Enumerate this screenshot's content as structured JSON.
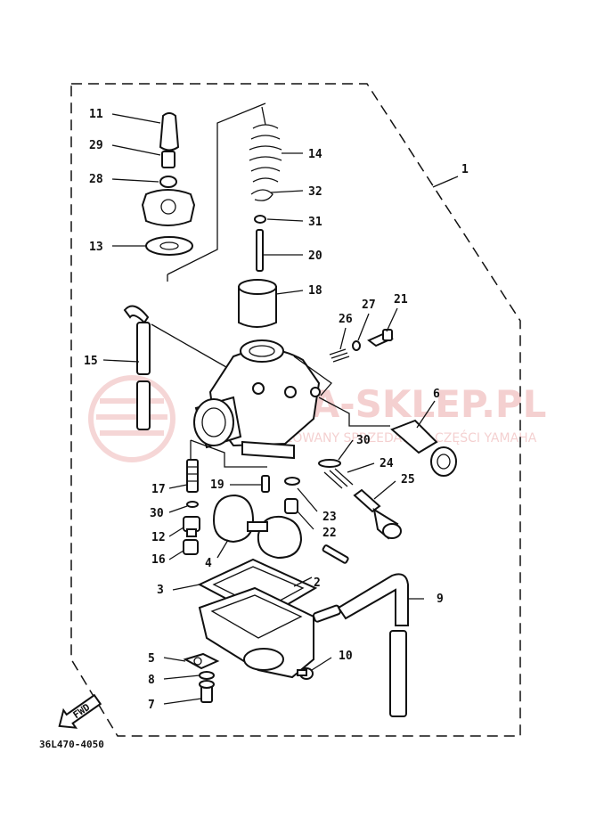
{
  "diagram": {
    "labels": [
      {
        "id": "11",
        "text": "11"
      },
      {
        "id": "29",
        "text": "29"
      },
      {
        "id": "28",
        "text": "28"
      },
      {
        "id": "13",
        "text": "13"
      },
      {
        "id": "14",
        "text": "14"
      },
      {
        "id": "32",
        "text": "32"
      },
      {
        "id": "31",
        "text": "31"
      },
      {
        "id": "20",
        "text": "20"
      },
      {
        "id": "18",
        "text": "18"
      },
      {
        "id": "1",
        "text": "1"
      },
      {
        "id": "26",
        "text": "26"
      },
      {
        "id": "27",
        "text": "27"
      },
      {
        "id": "21",
        "text": "21"
      },
      {
        "id": "15",
        "text": "15"
      },
      {
        "id": "6",
        "text": "6"
      },
      {
        "id": "30a",
        "text": "30"
      },
      {
        "id": "24",
        "text": "24"
      },
      {
        "id": "25",
        "text": "25"
      },
      {
        "id": "17",
        "text": "17"
      },
      {
        "id": "19",
        "text": "19"
      },
      {
        "id": "30b",
        "text": "30"
      },
      {
        "id": "23",
        "text": "23"
      },
      {
        "id": "22",
        "text": "22"
      },
      {
        "id": "12",
        "text": "12"
      },
      {
        "id": "16",
        "text": "16"
      },
      {
        "id": "4",
        "text": "4"
      },
      {
        "id": "3",
        "text": "3"
      },
      {
        "id": "2",
        "text": "2"
      },
      {
        "id": "9",
        "text": "9"
      },
      {
        "id": "5",
        "text": "5"
      },
      {
        "id": "10",
        "text": "10"
      },
      {
        "id": "8",
        "text": "8"
      },
      {
        "id": "7",
        "text": "7"
      }
    ],
    "fwd_label": "FWD",
    "part_code": "36L470-4050"
  },
  "watermark": {
    "main": "YAMA-SKLEP.PL",
    "sub": "AUTORYZOWANY SPRZEDAWCZ CZĘŚCI YAMAHA"
  },
  "colors": {
    "ink": "#111111",
    "watermark": "#e07a7a"
  }
}
